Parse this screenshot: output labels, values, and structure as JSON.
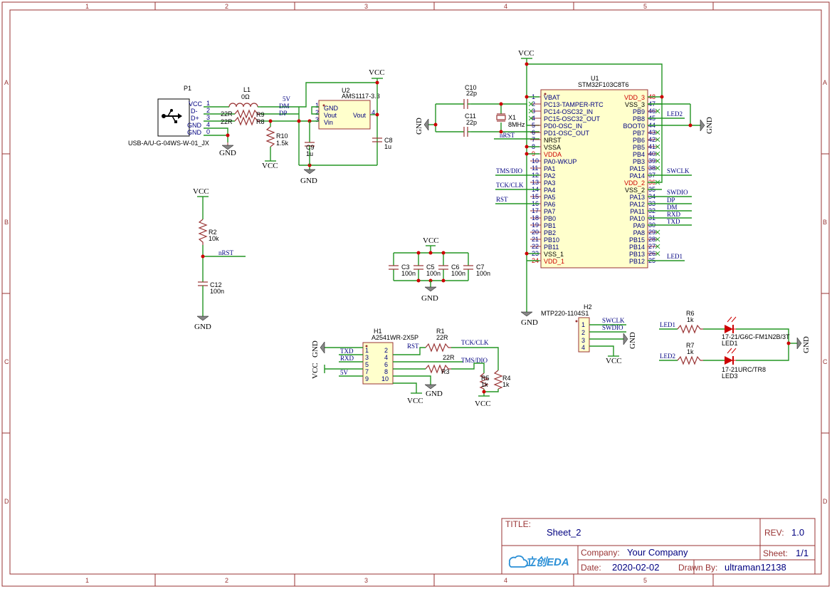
{
  "zones": {
    "cols": [
      "1",
      "2",
      "3",
      "4",
      "5"
    ],
    "rows": [
      "A",
      "B",
      "C",
      "D"
    ]
  },
  "title_block": {
    "title_label": "TITLE:",
    "title": "Sheet_2",
    "rev_label": "REV:",
    "rev": "1.0",
    "company_label": "Company:",
    "company": "Your Company",
    "sheet_label": "Sheet:",
    "sheet": "1/1",
    "date_label": "Date:",
    "date": "2020-02-02",
    "drawn_label": "Drawn By:",
    "drawn": "ultraman12138",
    "logo_text": "立创EDA"
  },
  "usb": {
    "ref": "P1",
    "name": "USB-A/U-G-04WS-W-01_JX",
    "pins": [
      {
        "num": "1",
        "name": "VCC"
      },
      {
        "num": "2",
        "name": "D-"
      },
      {
        "num": "3",
        "name": "D+"
      },
      {
        "num": "4",
        "name": "GND"
      },
      {
        "num": "0",
        "name": "GND"
      }
    ]
  },
  "l1": {
    "ref": "L1",
    "value": "0Ω"
  },
  "r9": {
    "ref": "R9",
    "value": "22R"
  },
  "r8": {
    "ref": "R8",
    "value": "22R"
  },
  "r10": {
    "ref": "R10",
    "value": "1.5k"
  },
  "u2": {
    "ref": "U2",
    "name": "AMS1117-3.3",
    "pins": [
      {
        "num": "1",
        "name": "GND"
      },
      {
        "num": "2",
        "name": "Vout"
      },
      {
        "num": "3",
        "name": "Vin"
      },
      {
        "num": "4",
        "name": "Vout"
      }
    ]
  },
  "c9": {
    "ref": "C9",
    "value": "1u"
  },
  "c8": {
    "ref": "C8",
    "value": "1u"
  },
  "c10": {
    "ref": "C10",
    "value": "22p"
  },
  "c11": {
    "ref": "C11",
    "value": "22p"
  },
  "x1": {
    "ref": "X1",
    "value": "8MHz"
  },
  "u1": {
    "ref": "U1",
    "name": "STM32F103C8T6",
    "left_pins": [
      {
        "num": "1",
        "name": "VBAT"
      },
      {
        "num": "2",
        "name": "PC13-TAMPER-RTC"
      },
      {
        "num": "3",
        "name": "PC14-OSC32_IN"
      },
      {
        "num": "4",
        "name": "PC15-OSC32_OUT"
      },
      {
        "num": "5",
        "name": "PD0-OSC_IN"
      },
      {
        "num": "6",
        "name": "PD1-OSC_OUT"
      },
      {
        "num": "7",
        "name": "NRST"
      },
      {
        "num": "8",
        "name": "VSSA"
      },
      {
        "num": "9",
        "name": "VDDA"
      },
      {
        "num": "10",
        "name": "PA0-WKUP"
      },
      {
        "num": "11",
        "name": "PA1"
      },
      {
        "num": "12",
        "name": "PA2"
      },
      {
        "num": "13",
        "name": "PA3"
      },
      {
        "num": "14",
        "name": "PA4"
      },
      {
        "num": "15",
        "name": "PA5"
      },
      {
        "num": "16",
        "name": "PA6"
      },
      {
        "num": "17",
        "name": "PA7"
      },
      {
        "num": "18",
        "name": "PB0"
      },
      {
        "num": "19",
        "name": "PB1"
      },
      {
        "num": "20",
        "name": "PB2"
      },
      {
        "num": "21",
        "name": "PB10"
      },
      {
        "num": "22",
        "name": "PB11"
      },
      {
        "num": "23",
        "name": "VSS_1"
      },
      {
        "num": "24",
        "name": "VDD_1"
      }
    ],
    "right_pins": [
      {
        "num": "48",
        "name": "VDD_3"
      },
      {
        "num": "47",
        "name": "VSS_3"
      },
      {
        "num": "46",
        "name": "PB9"
      },
      {
        "num": "45",
        "name": "PB8"
      },
      {
        "num": "44",
        "name": "BOOT0"
      },
      {
        "num": "43",
        "name": "PB7"
      },
      {
        "num": "42",
        "name": "PB6"
      },
      {
        "num": "41",
        "name": "PB5"
      },
      {
        "num": "40",
        "name": "PB4"
      },
      {
        "num": "39",
        "name": "PB3"
      },
      {
        "num": "38",
        "name": "PA15"
      },
      {
        "num": "37",
        "name": "PA14"
      },
      {
        "num": "36",
        "name": "VDD_2"
      },
      {
        "num": "35",
        "name": "VSS_2"
      },
      {
        "num": "34",
        "name": "PA13"
      },
      {
        "num": "33",
        "name": "PA12"
      },
      {
        "num": "32",
        "name": "PA11"
      },
      {
        "num": "31",
        "name": "PA10"
      },
      {
        "num": "30",
        "name": "PA9"
      },
      {
        "num": "29",
        "name": "PA8"
      },
      {
        "num": "28",
        "name": "PB15"
      },
      {
        "num": "27",
        "name": "PB14"
      },
      {
        "num": "26",
        "name": "PB13"
      },
      {
        "num": "25",
        "name": "PB12"
      }
    ]
  },
  "nets": {
    "vcc": "VCC",
    "gnd": "GND",
    "v5": "5V",
    "dm": "DM",
    "dp": "DP",
    "nrst": "nRST",
    "tms": "TMS/DIO",
    "tck": "TCK/CLK",
    "rst": "RST",
    "led1": "LED1",
    "led2": "LED2",
    "swclk": "SWCLK",
    "swdio": "SWDIO",
    "rxd": "RXD",
    "txd": "TXD"
  },
  "r2": {
    "ref": "R2",
    "value": "10k"
  },
  "c12": {
    "ref": "C12",
    "value": "100n"
  },
  "decoupling": [
    {
      "ref": "C3",
      "value": "100n"
    },
    {
      "ref": "C5",
      "value": "100n"
    },
    {
      "ref": "C6",
      "value": "100n"
    },
    {
      "ref": "C7",
      "value": "100n"
    }
  ],
  "h2": {
    "ref": "H2",
    "name": "MTP220-1104S1",
    "pins": [
      "1",
      "2",
      "3",
      "4"
    ]
  },
  "r6": {
    "ref": "R6",
    "value": "1k"
  },
  "r7": {
    "ref": "R7",
    "value": "1k"
  },
  "led1": {
    "ref": "LED1",
    "name": "17-21/G6C-FM1N2B/3T"
  },
  "led3": {
    "ref": "LED3",
    "name": "17-21URC/TR8"
  },
  "h1": {
    "ref": "H1",
    "name": "A2541WR-2X5P",
    "pins_left": [
      "1",
      "3",
      "5",
      "7",
      "9"
    ],
    "pins_right": [
      "2",
      "4",
      "6",
      "8",
      "10"
    ]
  },
  "r1": {
    "ref": "R1",
    "value": "22R"
  },
  "r3": {
    "ref": "R3",
    "value": "22R"
  },
  "r5": {
    "ref": "R5",
    "value": "1k"
  },
  "r4": {
    "ref": "R4",
    "value": "1k"
  }
}
